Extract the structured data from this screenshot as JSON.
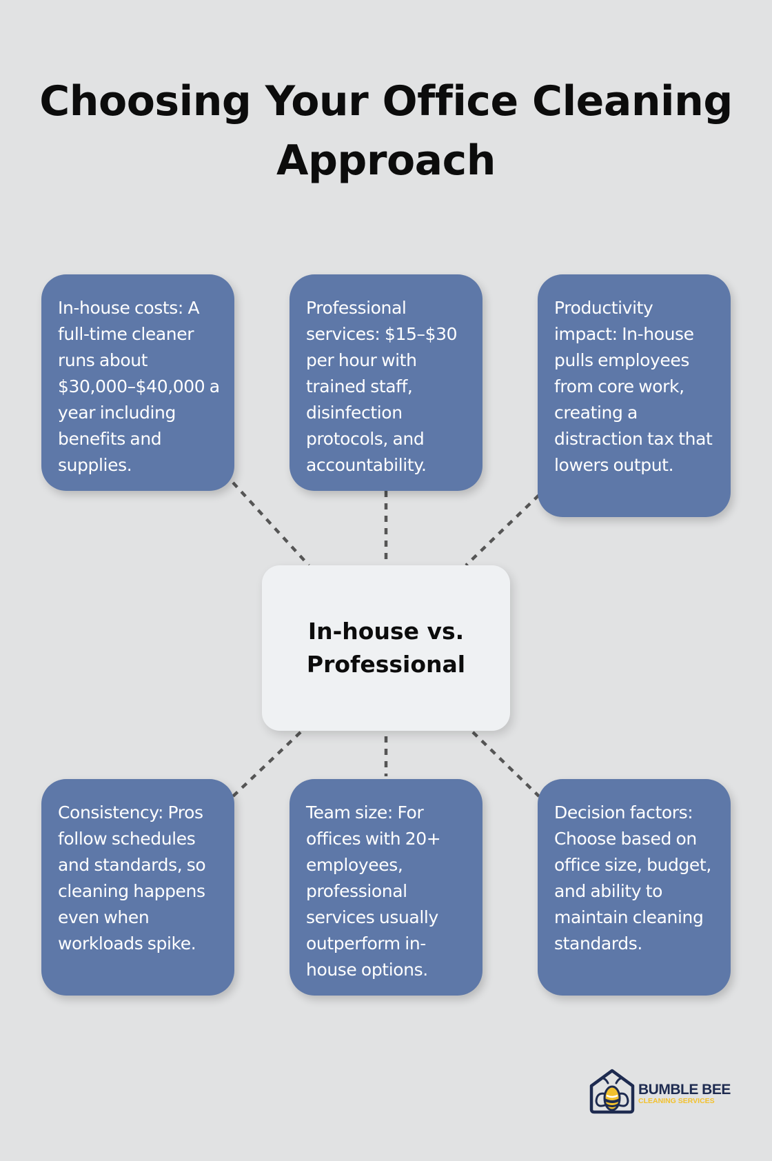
{
  "title": "Choosing Your Office Cleaning Approach",
  "center": {
    "label": "In-house vs. Professional"
  },
  "cards": [
    {
      "text": "In-house costs: A full-time cleaner runs about $30,000–$40,000 a year including benefits and supplies."
    },
    {
      "text": "Professional services: $15–$30 per hour with trained staff, disinfection protocols, and accountability."
    },
    {
      "text": "Productivity impact: In-house pulls employees from core work, creating a distraction tax that lowers output."
    },
    {
      "text": "Consistency: Pros follow schedules and standards, so cleaning happens even when workloads spike."
    },
    {
      "text": "Team size: For offices with 20+ employees, professional services usually outperform in-house options."
    },
    {
      "text": "Decision factors: Choose based on office size, budget, and ability to maintain cleaning standards."
    }
  ],
  "logo": {
    "name": "BUMBLE BEE",
    "subtitle": "CLEANING SERVICES",
    "icon": "bee-house-icon"
  },
  "colors": {
    "background": "#e1e2e3",
    "card": "#5e78a8",
    "center_card": "#eff1f3",
    "connector": "#555555",
    "logo_navy": "#1e2b50",
    "logo_yellow": "#f2c12e"
  }
}
